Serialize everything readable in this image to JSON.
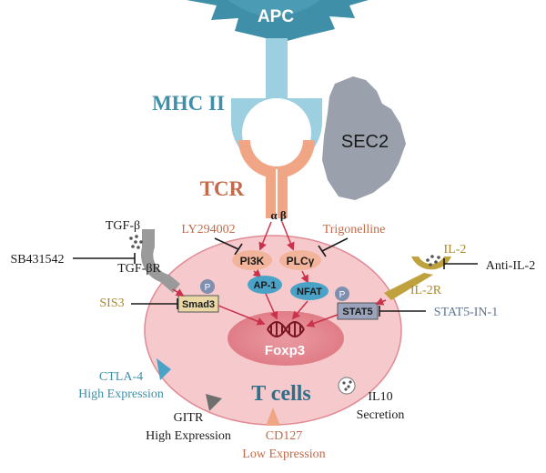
{
  "cells": {
    "apc": "APC",
    "mhc": "MHC II",
    "sec2": "SEC2",
    "tcr": "TCR",
    "chains": "α β",
    "tcell": "T cells",
    "foxp3": "Foxp3"
  },
  "receptors": {
    "tgfb": "TGF-β",
    "tgfbr": "TGF-βR",
    "il2": "IL-2",
    "il2r": "IL-2R"
  },
  "inhibitors": {
    "sb431542": "SB431542",
    "ly294002": "LY294002",
    "trigonelline": "Trigonelline",
    "sis3": "SIS3",
    "anti_il2": "Anti-IL-2",
    "stat5_in": "STAT5-IN-1"
  },
  "signaling": {
    "pi3k": "PI3K",
    "plcg": "PLCγ",
    "ap1": "AP-1",
    "nfat": "NFAT",
    "smad3": "Smad3",
    "stat5": "STAT5",
    "p": "P"
  },
  "markers": {
    "ctla4": "CTLA-4",
    "ctla4_expr": "High Expression",
    "gitr": "GITR",
    "gitr_expr": "High Expression",
    "cd127": "CD127",
    "cd127_expr": "Low Expression",
    "il10": "IL10",
    "il10_secr": "Secretion"
  },
  "colors": {
    "apc": "#3f8fa8",
    "mhc": "#9ccfdf",
    "tcr": "#f0a585",
    "cell": "#f6c9cc",
    "nucleus": "#e48a93",
    "sec2": "#9aa1ac",
    "gold": "#bfa23d",
    "gray": "#8d8d8d"
  }
}
